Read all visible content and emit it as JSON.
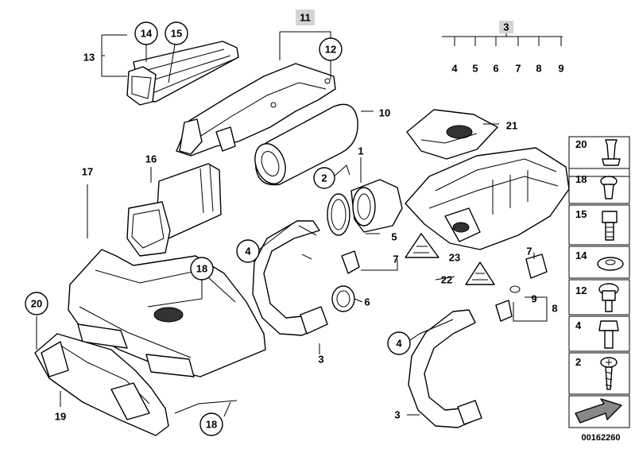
{
  "callouts": {
    "c1": "1",
    "c2": "2",
    "c3a": "3",
    "c3b": "3",
    "c3c": "3",
    "c4a": "4",
    "c4b": "4",
    "c5": "5",
    "c6": "6",
    "c7a": "7",
    "c7b": "7",
    "c8": "8",
    "c9": "9",
    "c10": "10",
    "c11": "11",
    "c12": "12",
    "c13": "13",
    "c14": "14",
    "c15": "15",
    "c16": "16",
    "c17": "17",
    "c18a": "18",
    "c18b": "18",
    "c19": "19",
    "c20": "20",
    "c21": "21",
    "c22": "22",
    "c23": "23"
  },
  "group3_items": [
    "4",
    "5",
    "6",
    "7",
    "8",
    "9"
  ],
  "hardware_column": [
    "20",
    "18",
    "15",
    "14",
    "12",
    "4",
    "2"
  ],
  "diagram_code": "00162260"
}
